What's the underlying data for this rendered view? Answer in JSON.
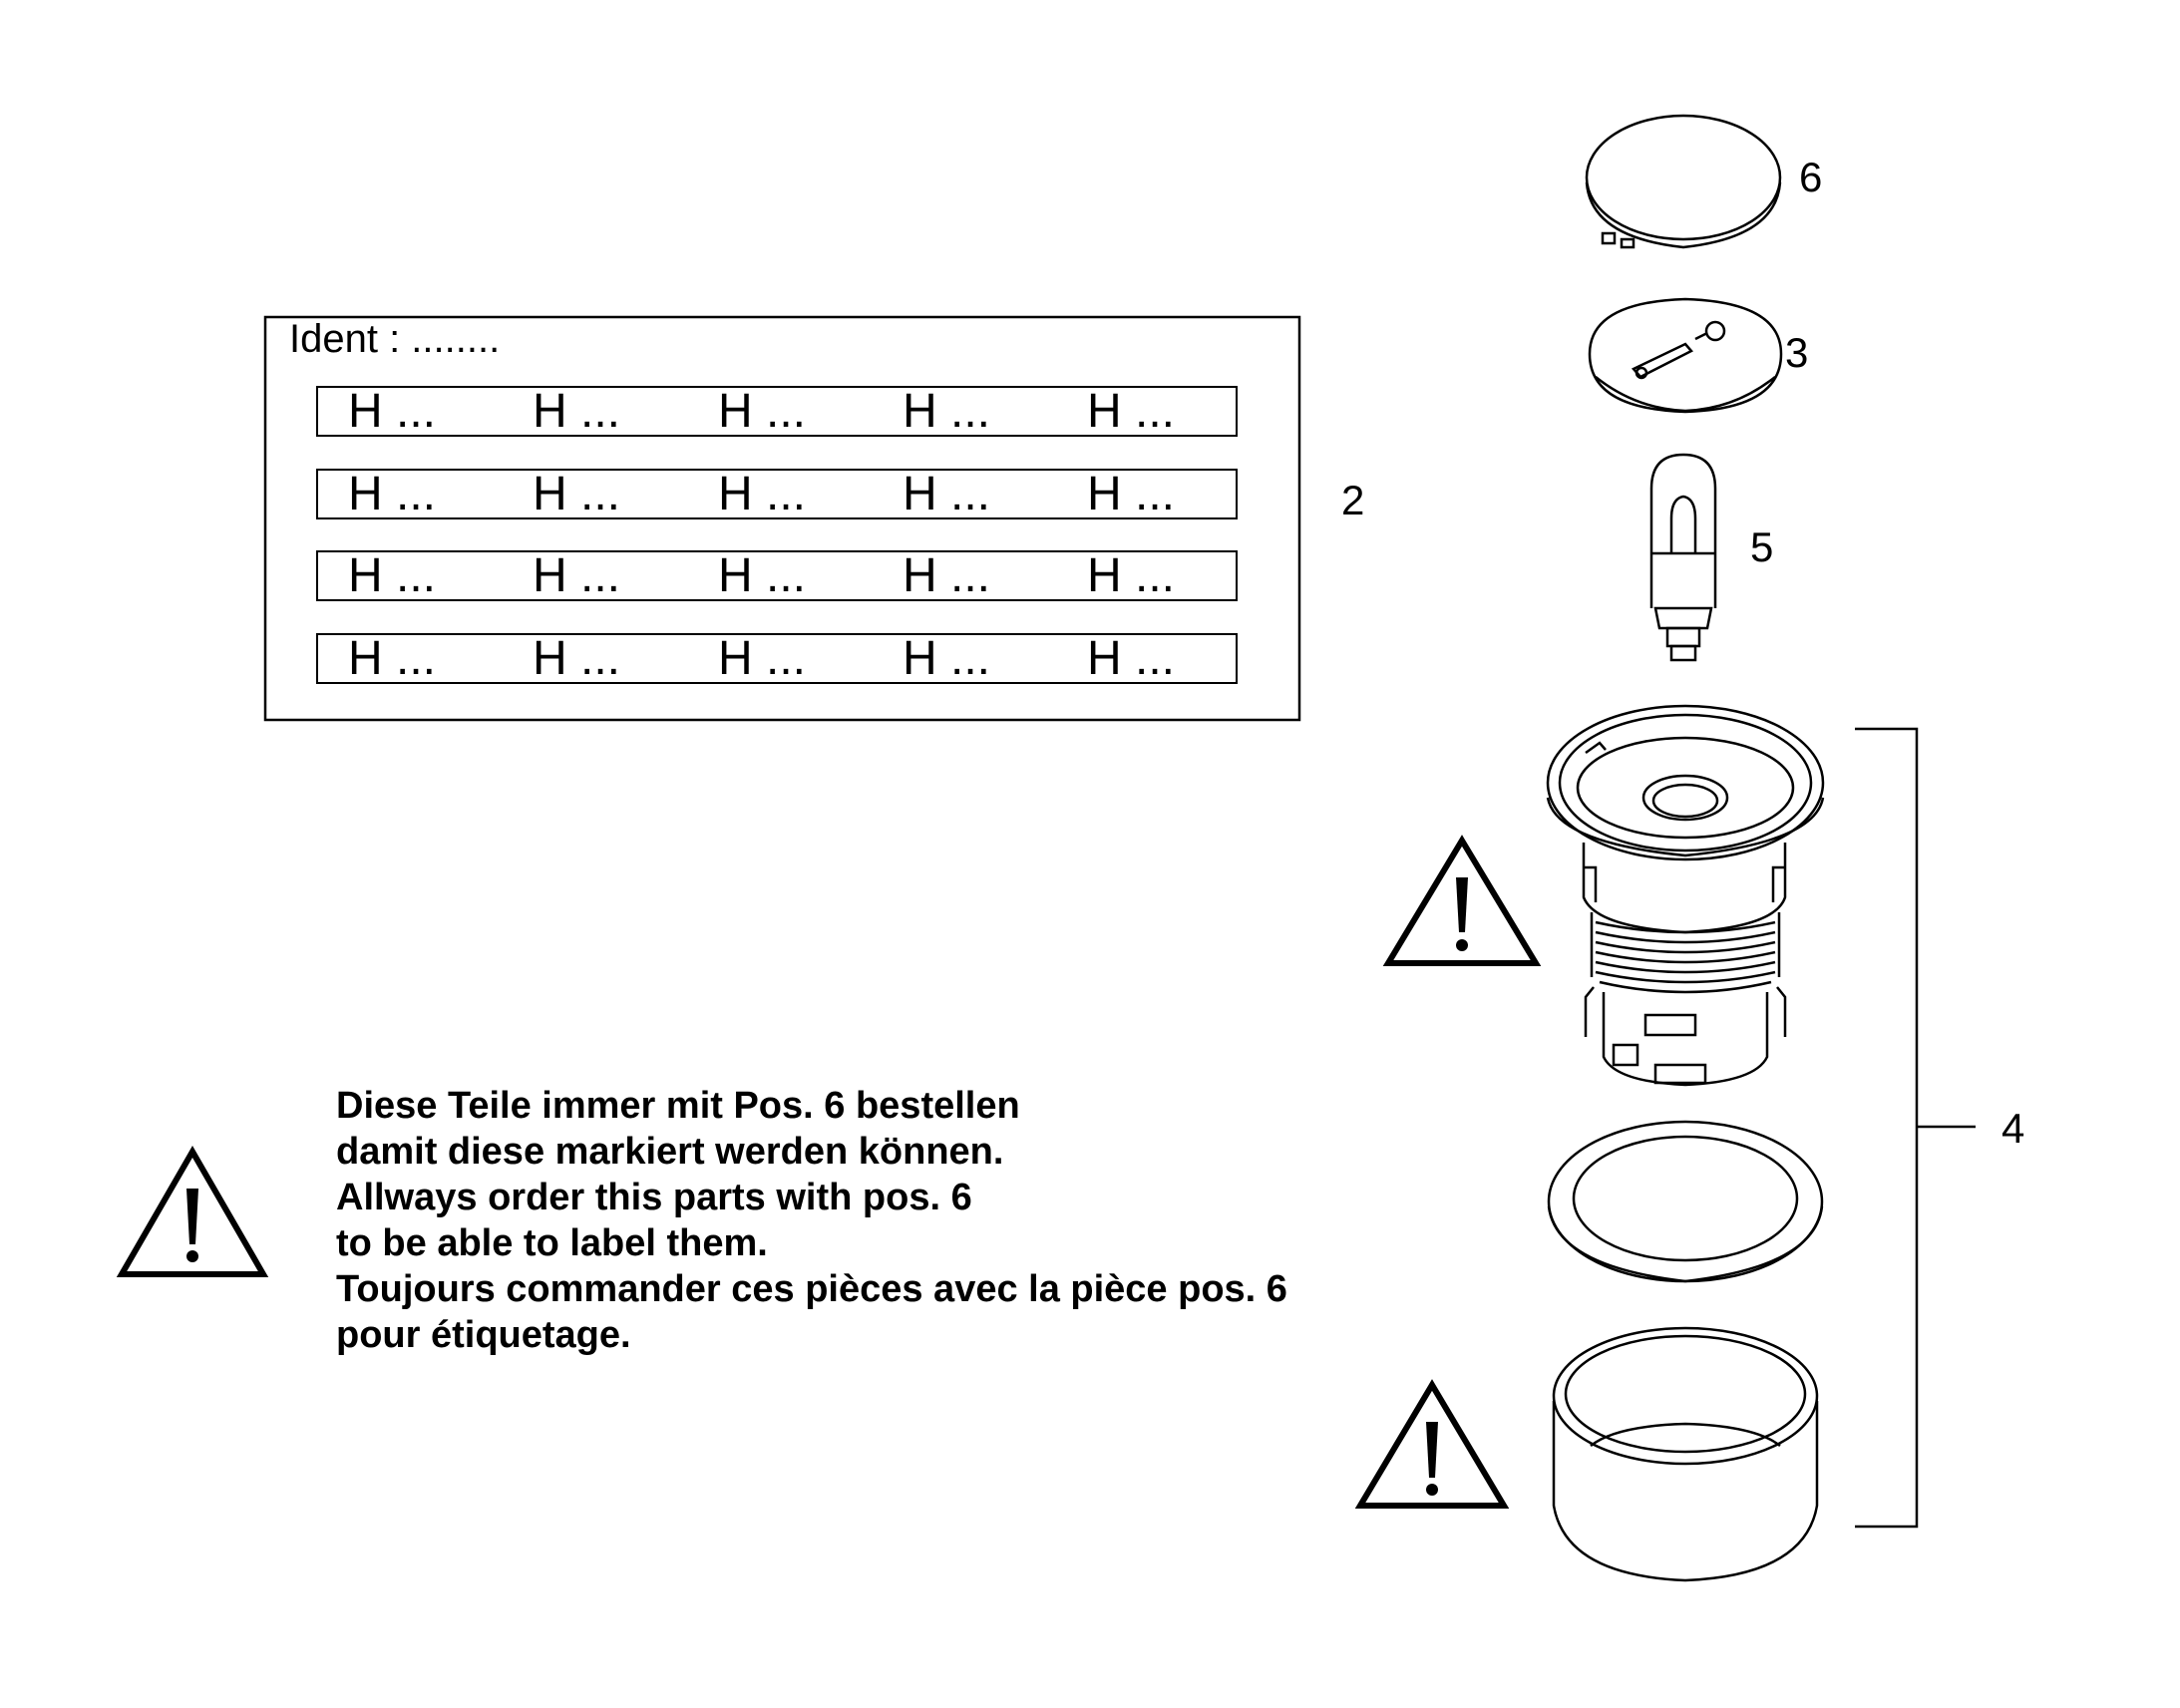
{
  "label_plate": {
    "ident_label": "Ident : ........",
    "rows": [
      [
        "H ...",
        "H ...",
        "H ...",
        "H ...",
        "H ..."
      ],
      [
        "H ...",
        "H ...",
        "H ...",
        "H ...",
        "H ..."
      ],
      [
        "H ...",
        "H ...",
        "H ...",
        "H ...",
        "H ..."
      ],
      [
        "H ...",
        "H ...",
        "H ...",
        "H ...",
        "H ..."
      ]
    ]
  },
  "callouts": {
    "cap": "6",
    "contact_plate": "3",
    "lamp": "5",
    "label_plate": "2",
    "assembly": "4"
  },
  "note_lines": [
    "Diese Teile immer mit Pos. 6   bestellen",
    "damit diese markiert werden können.",
    "Allways order this parts with pos. 6",
    "to be able to label them.",
    "Toujours commander ces pièces avec la pièce pos. 6",
    "pour étiquetage."
  ],
  "icons": [
    "warning-triangle-icon"
  ]
}
